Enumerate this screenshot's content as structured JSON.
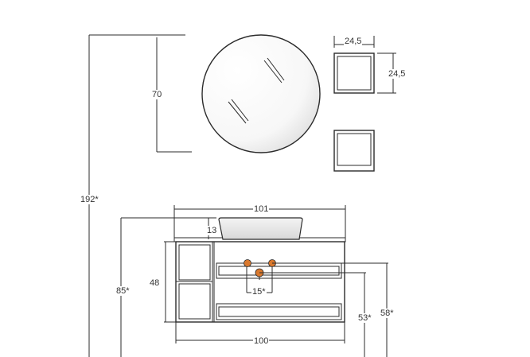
{
  "dimensions": {
    "total_height": "192*",
    "mirror_height": "70",
    "shelf_width": "24,5",
    "shelf_depth": "24,5",
    "top_width": "101",
    "basin_height": "13",
    "cabinet_height": "85*",
    "drawer_height": "48",
    "tap_spacing": "15*",
    "base_width": "100",
    "height_53": "53*",
    "height_58": "58*"
  },
  "colors": {
    "line": "#2b2b2b",
    "fitting": "#d9782d"
  }
}
